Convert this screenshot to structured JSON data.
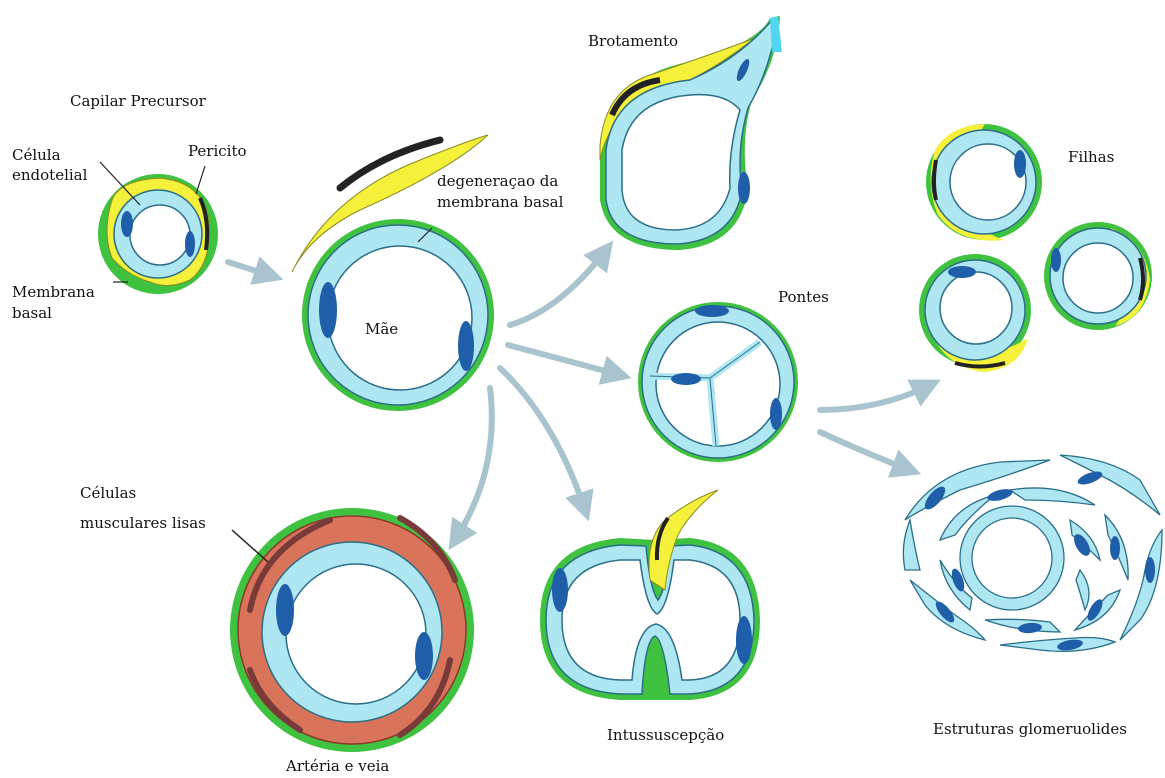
{
  "labels": {
    "capilar_precursor": "Capilar Precursor",
    "celula_endotelial_1": "Célula",
    "celula_endotelial_2": "endotelial",
    "pericito": "Pericito",
    "membrana_basal_1": "Membrana",
    "membrana_basal_2": "basal",
    "degeneracao_1": "degeneraçao da",
    "degeneracao_2": "membrana basal",
    "mae": "Mãe",
    "brotamento": "Brotamento",
    "pontes": "Pontes",
    "filhas": "Filhas",
    "celulas_musculares_1": "Células",
    "celulas_musculares_2": "musculares lisas",
    "intussuscepcao": "Intussuscepção",
    "estruturas_glomeruloides": "Estruturas glomeruolides",
    "arteria_e_veia": "Artéria e veia"
  },
  "colors": {
    "endothelium": "#aee6f2",
    "endothelium_outline": "#2a6f8a",
    "basement_membrane": "#3fc23f",
    "pericyte": "#f5f03a",
    "nucleus": "#1f5ea8",
    "smooth_muscle": "#d9745a",
    "arrow": "#a9c4cf"
  },
  "icons": {
    "arrow": "arrow-icon"
  }
}
